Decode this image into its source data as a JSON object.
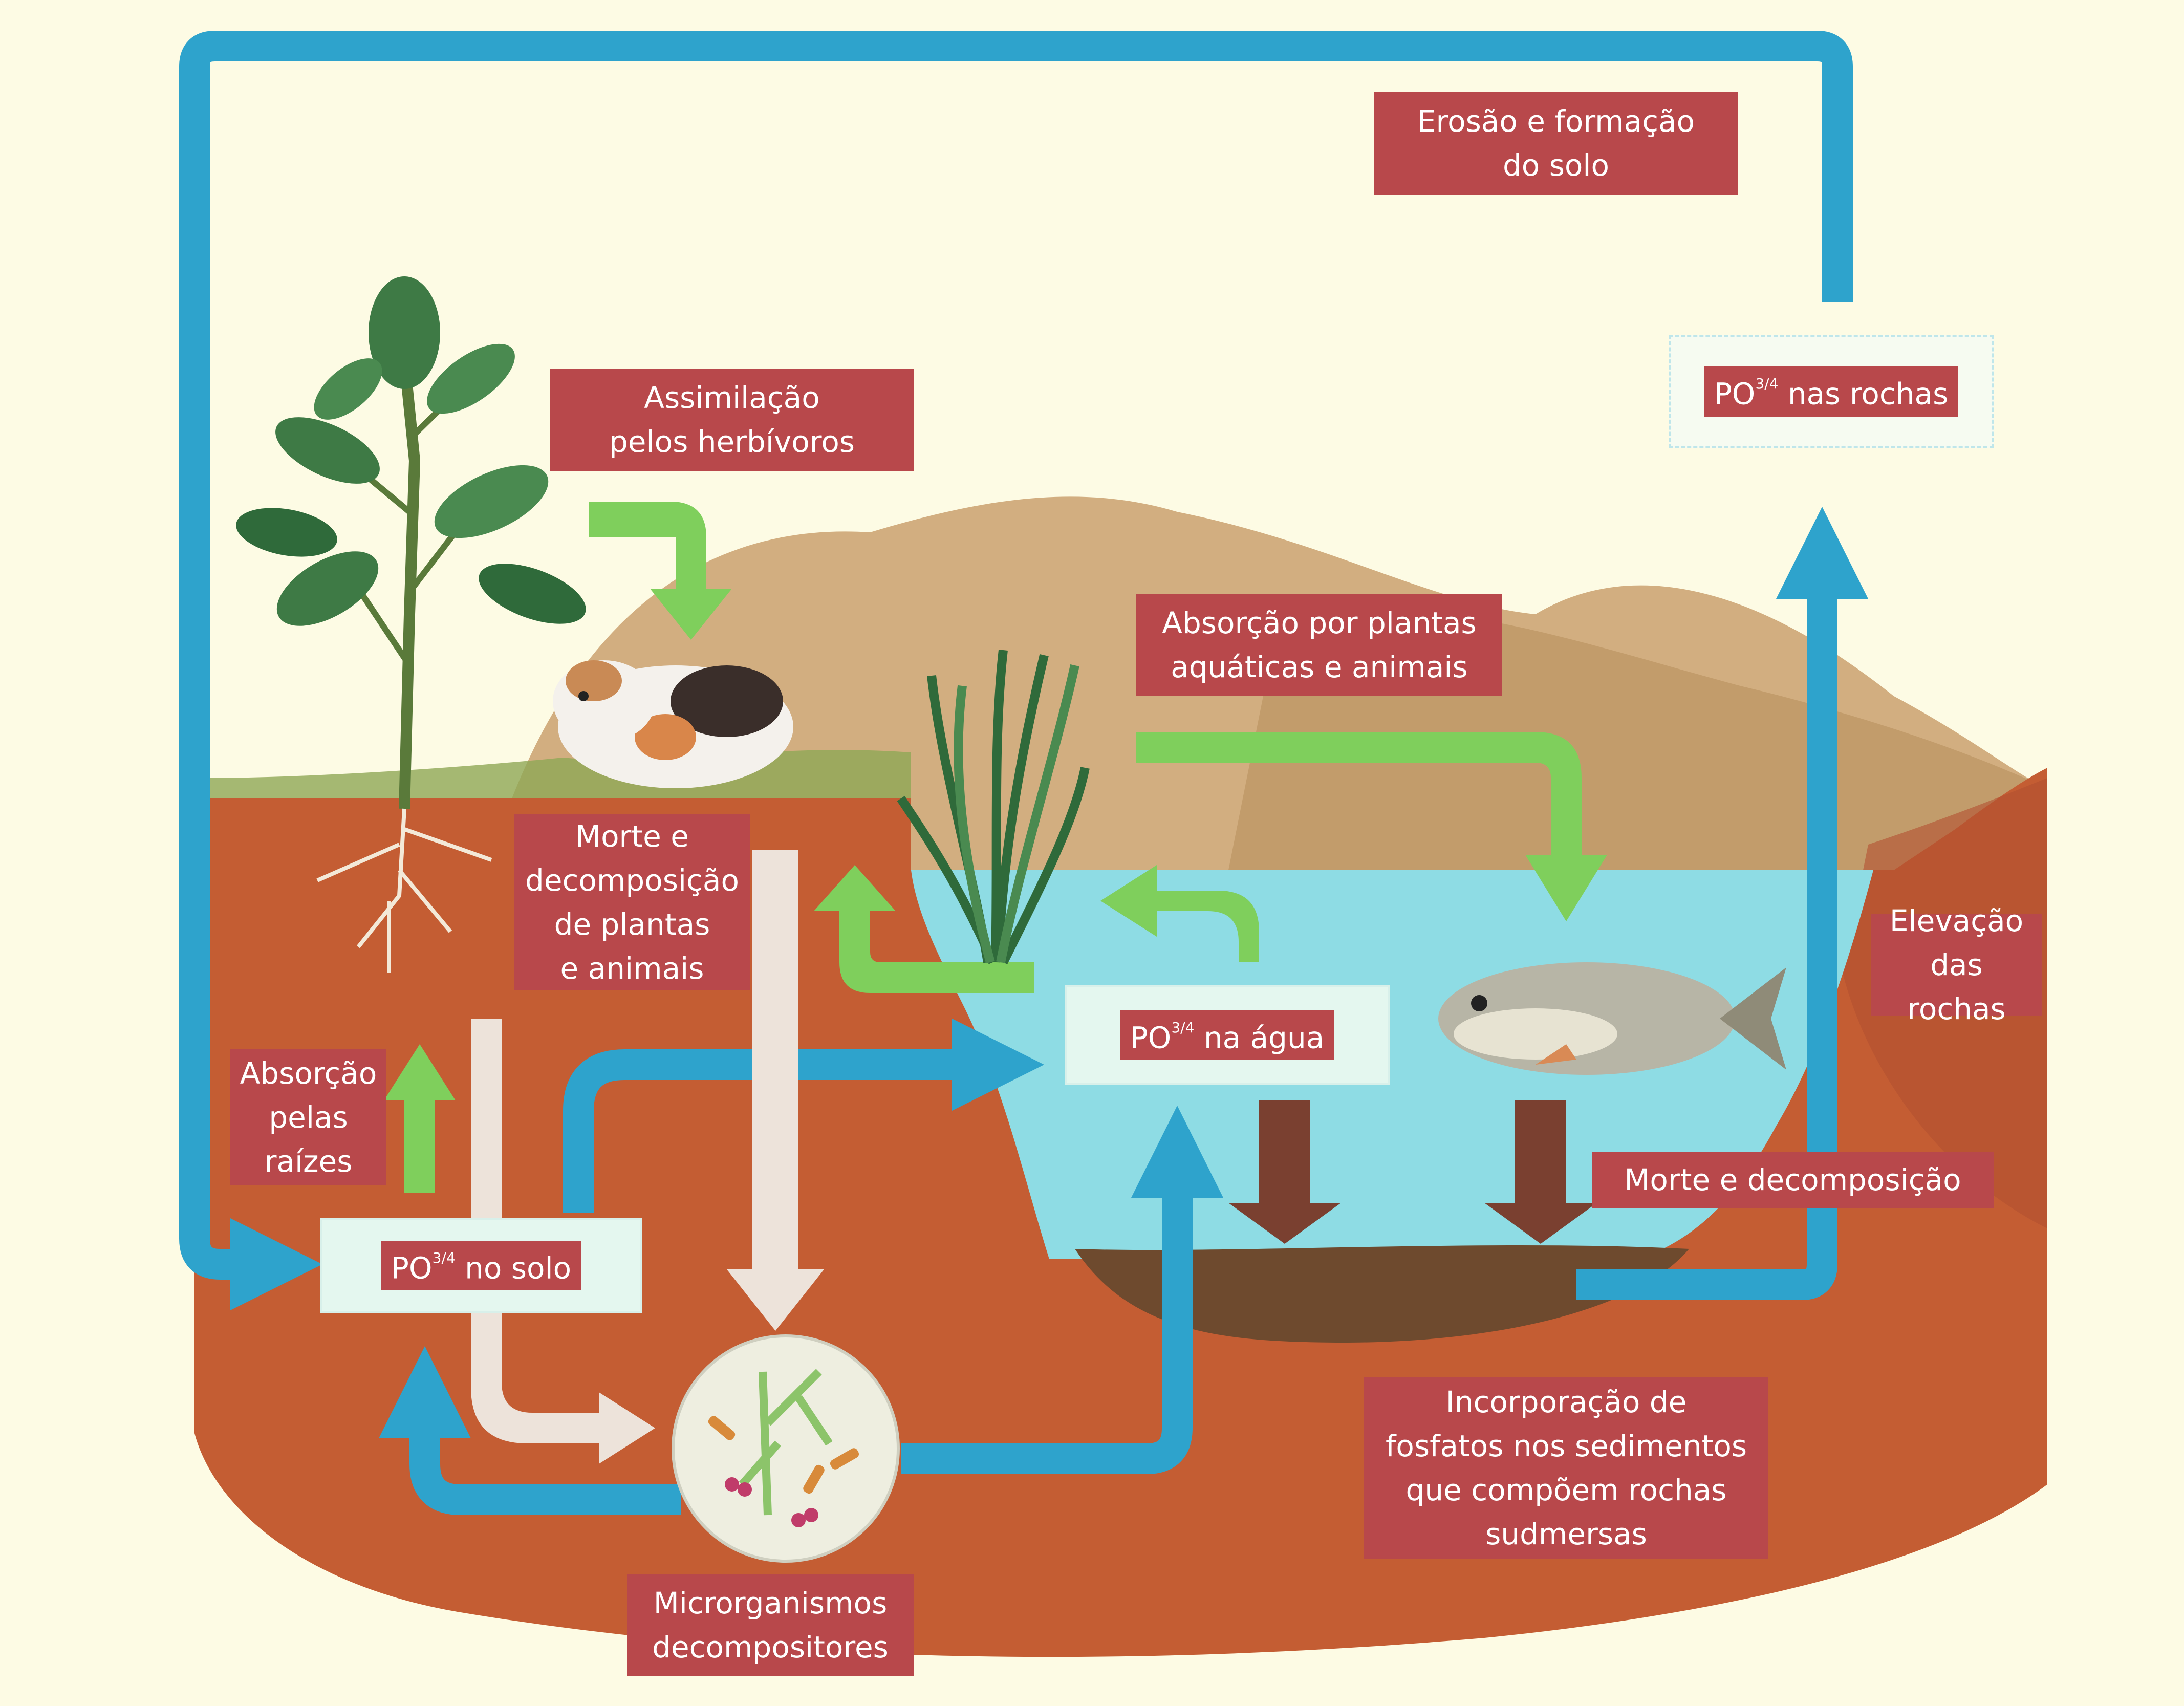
{
  "colors": {
    "background": "#fdfbe4",
    "soil": "#c45d33",
    "water": "#8edce4",
    "hills": "#c9a06a",
    "label": "#b8484b",
    "blue_arrow": "#2ea3cc",
    "green_arrow": "#7fcf5c",
    "brown_arrow": "#7a4030",
    "white_arrow": "#ede3da"
  },
  "labels": {
    "erosion": [
      "Erosão e formação",
      "do solo"
    ],
    "assimilation": [
      "Assimilação",
      "pelos herbívoros"
    ],
    "aquatic_absorption": [
      "Absorção por plantas",
      "aquáticas e animais"
    ],
    "death_decomp_plants": [
      "Morte e",
      "decomposição",
      "de plantas",
      "e animais"
    ],
    "root_absorption": [
      "Absorção",
      "pelas",
      "raízes"
    ],
    "elevation": [
      "Elevação",
      "das rochas"
    ],
    "death_decomp": [
      "Morte e decomposição"
    ],
    "incorporation": [
      "Incorporação de",
      "fosfatos nos sedimentos",
      "que compõem rochas",
      "sudmersas"
    ],
    "microorganisms": [
      "Microrganismos",
      "decompositores"
    ]
  },
  "phosphate_boxes": {
    "formula": "PO",
    "superscript": "3",
    "subscript": "4",
    "rocks": "nas rochas",
    "water": "na água",
    "soil": "no solo"
  },
  "icons": [
    "plant-icon",
    "guinea-pig-icon",
    "aquatic-grass-icon",
    "fish-icon",
    "microorganisms-icon"
  ]
}
